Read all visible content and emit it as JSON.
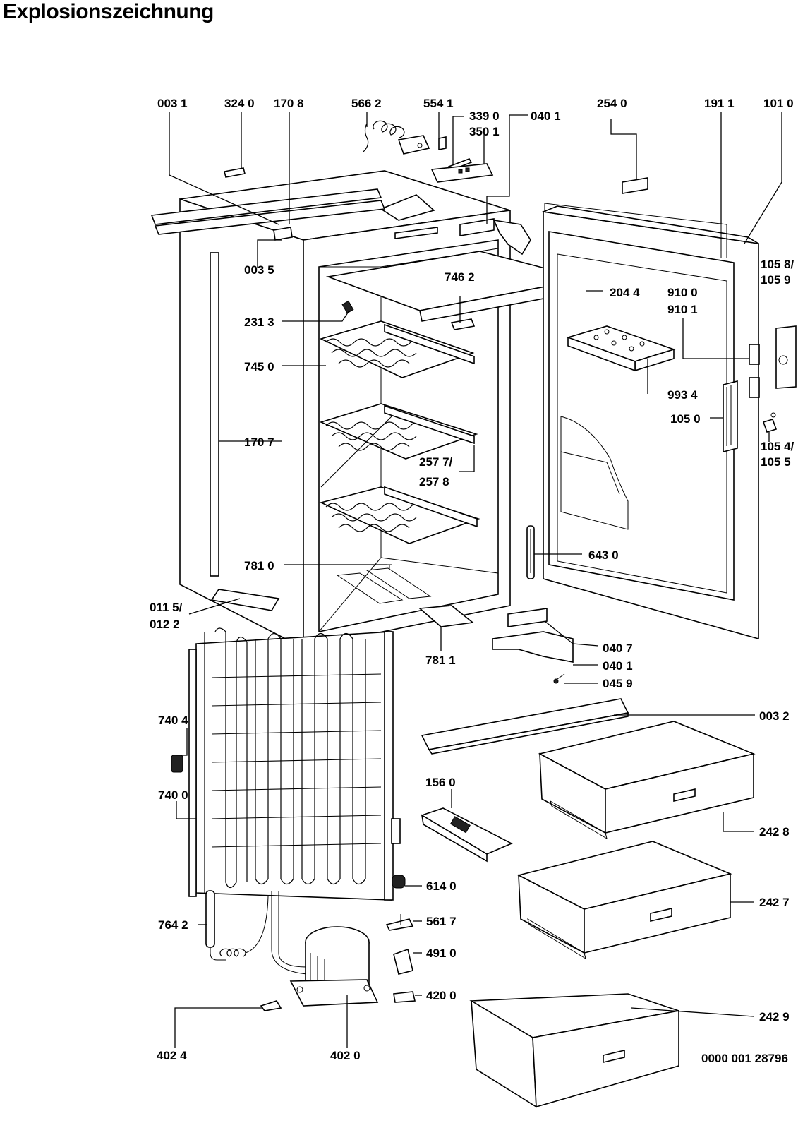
{
  "title": "Explosionszeichnung",
  "drawing_number": "0000 001 28796",
  "part_labels": [
    {
      "id": "p0031",
      "text": "003 1"
    },
    {
      "id": "p3240",
      "text": "324 0"
    },
    {
      "id": "p1708",
      "text": "170 8"
    },
    {
      "id": "p5662",
      "text": "566 2"
    },
    {
      "id": "p5541",
      "text": "554 1"
    },
    {
      "id": "p3390",
      "text": "339 0"
    },
    {
      "id": "p3501",
      "text": "350 1"
    },
    {
      "id": "p0401a",
      "text": "040 1"
    },
    {
      "id": "p2540",
      "text": "254 0"
    },
    {
      "id": "p1911",
      "text": "191 1"
    },
    {
      "id": "p1010",
      "text": "101 0"
    },
    {
      "id": "p1058a",
      "text": "105 8/"
    },
    {
      "id": "p1058b",
      "text": "105 9"
    },
    {
      "id": "p0035",
      "text": "003 5"
    },
    {
      "id": "p7462",
      "text": "746 2"
    },
    {
      "id": "p2044",
      "text": "204 4"
    },
    {
      "id": "p9100",
      "text": "910 0"
    },
    {
      "id": "p9101",
      "text": "910 1"
    },
    {
      "id": "p2313",
      "text": "231 3"
    },
    {
      "id": "p7450",
      "text": "745 0"
    },
    {
      "id": "p9934",
      "text": "993 4"
    },
    {
      "id": "p1050",
      "text": "105 0"
    },
    {
      "id": "p1707",
      "text": "170 7"
    },
    {
      "id": "p1054a",
      "text": "105 4/"
    },
    {
      "id": "p1054b",
      "text": "105 5"
    },
    {
      "id": "p2577a",
      "text": "257 7/"
    },
    {
      "id": "p2577b",
      "text": "257 8"
    },
    {
      "id": "p6430",
      "text": "643 0"
    },
    {
      "id": "p7810",
      "text": "781 0"
    },
    {
      "id": "p0115a",
      "text": "011 5/"
    },
    {
      "id": "p0115b",
      "text": "012 2"
    },
    {
      "id": "p0407",
      "text": "040 7"
    },
    {
      "id": "p7811",
      "text": "781 1"
    },
    {
      "id": "p0401b",
      "text": "040 1"
    },
    {
      "id": "p0459",
      "text": "045 9"
    },
    {
      "id": "p0032",
      "text": "003 2"
    },
    {
      "id": "p7404",
      "text": "740 4"
    },
    {
      "id": "p1560",
      "text": "156 0"
    },
    {
      "id": "p7400",
      "text": "740 0"
    },
    {
      "id": "p2428",
      "text": "242 8"
    },
    {
      "id": "p6140",
      "text": "614 0"
    },
    {
      "id": "p2427",
      "text": "242 7"
    },
    {
      "id": "p7642",
      "text": "764 2"
    },
    {
      "id": "p5617",
      "text": "561 7"
    },
    {
      "id": "p4910",
      "text": "491 0"
    },
    {
      "id": "p4200",
      "text": "420 0"
    },
    {
      "id": "p2429",
      "text": "242 9"
    },
    {
      "id": "p4024",
      "text": "402 4"
    },
    {
      "id": "p4020",
      "text": "402 0"
    }
  ]
}
